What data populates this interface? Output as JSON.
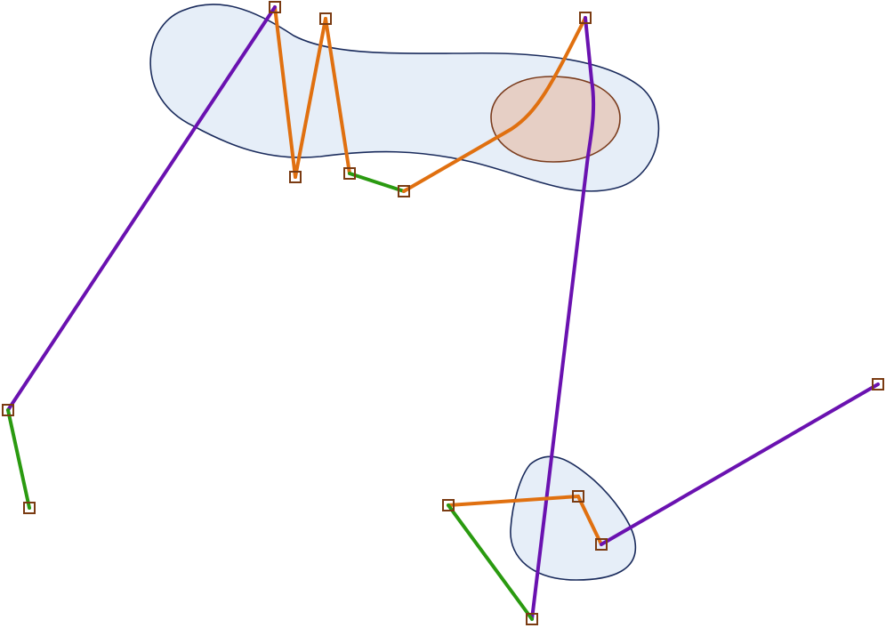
{
  "colors": {
    "region_fill": "#e6eef8",
    "region_stroke": "#1a2b5c",
    "inner_fill": "#e6cfc5",
    "inner_stroke": "#7a3b1c",
    "orange": "#e07010",
    "green": "#2a9a10",
    "purple": "#6a12b0",
    "node_stroke": "#7a3b12",
    "background": "#ffffff"
  },
  "regions": [
    {
      "id": "upper-blob",
      "kind": "outer"
    },
    {
      "id": "inner-ellipse",
      "kind": "inner"
    },
    {
      "id": "lower-blob",
      "kind": "outer"
    }
  ],
  "nodes": [
    "n1",
    "n2",
    "n3",
    "n4",
    "n5",
    "n6",
    "n7",
    "n8",
    "n9",
    "n10",
    "n11",
    "n12",
    "n13",
    "n14"
  ],
  "edges": [
    {
      "from": "n1",
      "to": "n2",
      "color": "orange"
    },
    {
      "from": "n2",
      "to": "n3",
      "color": "orange"
    },
    {
      "from": "n3",
      "to": "n4",
      "color": "orange"
    },
    {
      "from": "n4",
      "to": "n5",
      "color": "green"
    },
    {
      "from": "n5",
      "to": "n6",
      "color": "orange"
    },
    {
      "from": "n6",
      "to": "n7",
      "color": "purple"
    },
    {
      "from": "n1",
      "to": "n8",
      "color": "purple"
    },
    {
      "from": "n8",
      "to": "n9",
      "color": "green"
    },
    {
      "from": "n10",
      "to": "n11",
      "color": "orange"
    },
    {
      "from": "n11",
      "to": "n12",
      "color": "orange"
    },
    {
      "from": "n10",
      "to": "n7",
      "color": "green"
    },
    {
      "from": "n12",
      "to": "n13",
      "color": "purple"
    }
  ]
}
